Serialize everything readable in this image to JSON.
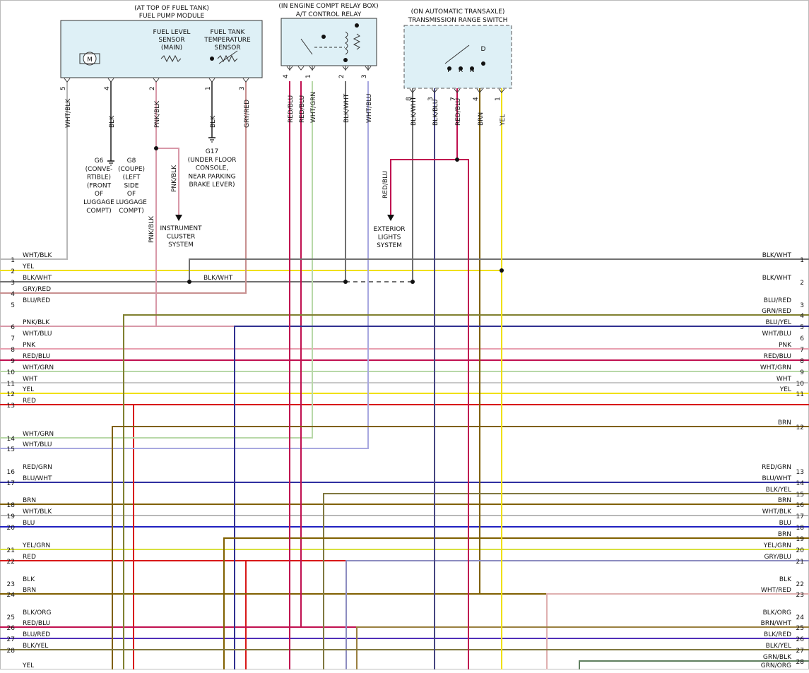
{
  "components": {
    "fuel_pump": {
      "title1": "(AT TOP OF FUEL TANK)",
      "title2": "FUEL PUMP MODULE",
      "motor": "M",
      "sensor_main": [
        "FUEL LEVEL",
        "SENSOR",
        "(MAIN)"
      ],
      "sensor_temp": [
        "FUEL TANK",
        "TEMPERATURE",
        "SENSOR"
      ]
    },
    "relay": {
      "title1": "(IN ENGINE COMPT RELAY BOX)",
      "title2": "A/T CONTROL RELAY"
    },
    "range_switch": {
      "title1": "(ON AUTOMATIC TRANSAXLE)",
      "title2": "TRANSMISSION RANGE SWITCH",
      "positions": [
        "P",
        "R",
        "N",
        "D"
      ]
    }
  },
  "pins": [
    {
      "id": "fp5",
      "pin": "5",
      "wire": "WHT/BLK"
    },
    {
      "id": "fp4",
      "pin": "4",
      "wire": "BLK"
    },
    {
      "id": "fp2",
      "pin": "2",
      "wire": "PNK/BLK"
    },
    {
      "id": "fp1",
      "pin": "1",
      "wire": "BLK"
    },
    {
      "id": "fp3",
      "pin": "3",
      "wire": "GRY/RED"
    },
    {
      "id": "r4",
      "pin": "4",
      "wire": "RED/BLU"
    },
    {
      "id": "r4b",
      "pin": "",
      "wire": "RED/BLU"
    },
    {
      "id": "r1",
      "pin": "1",
      "wire": "WHT/GRN"
    },
    {
      "id": "r2",
      "pin": "2",
      "wire": "BLK/WHT"
    },
    {
      "id": "r3",
      "pin": "3",
      "wire": "WHT/BLU"
    },
    {
      "id": "s8",
      "pin": "8",
      "wire": "BLK/WHT"
    },
    {
      "id": "s3",
      "pin": "3",
      "wire": "BLK/BLU"
    },
    {
      "id": "s7",
      "pin": "7",
      "wire": "RED/BLU"
    },
    {
      "id": "s4",
      "pin": "4",
      "wire": "BRN"
    },
    {
      "id": "s1",
      "pin": "1",
      "wire": "YEL"
    }
  ],
  "grounds": {
    "g6": [
      "G6",
      "(CONVE-",
      "RTIBLE)",
      "(FRONT",
      "OF",
      "LUGGAGE",
      "COMPT)"
    ],
    "g8": [
      "G8",
      "(COUPE)",
      "(LEFT",
      "SIDE",
      "OF",
      "LUGGAGE",
      "COMPT)"
    ],
    "g17": [
      "G17",
      "(UNDER FLOOR",
      "CONSOLE,",
      "NEAR PARKING",
      "BRAKE LEVER)"
    ]
  },
  "refs": {
    "cluster": [
      "INSTRUMENT",
      "CLUSTER",
      "SYSTEM"
    ],
    "exterior": [
      "EXTERIOR",
      "LIGHTS",
      "SYSTEM"
    ],
    "cluster_wire": "PNK/BLK",
    "exterior_wire": "RED/BLU",
    "pnk_blk_lower": "PNK/BLK",
    "blk_wht_mid": "BLK/WHT"
  },
  "left_connector": [
    {
      "n": "1",
      "wire": "WHT/BLK"
    },
    {
      "n": "2",
      "wire": "YEL"
    },
    {
      "n": "3",
      "wire": "BLK/WHT"
    },
    {
      "n": "4",
      "wire": "GRY/RED"
    },
    {
      "n": "5",
      "wire": "BLU/RED"
    },
    {
      "n": "6",
      "wire": "PNK/BLK"
    },
    {
      "n": "7",
      "wire": "WHT/BLU"
    },
    {
      "n": "8",
      "wire": "PNK"
    },
    {
      "n": "9",
      "wire": "RED/BLU"
    },
    {
      "n": "10",
      "wire": "WHT/GRN"
    },
    {
      "n": "11",
      "wire": "WHT"
    },
    {
      "n": "12",
      "wire": "YEL"
    },
    {
      "n": "13",
      "wire": "RED"
    },
    {
      "n": "14",
      "wire": "WHT/GRN"
    },
    {
      "n": "15",
      "wire": "WHT/BLU"
    },
    {
      "n": "16",
      "wire": "RED/GRN"
    },
    {
      "n": "17",
      "wire": "BLU/WHT"
    },
    {
      "n": "18",
      "wire": "BRN"
    },
    {
      "n": "19",
      "wire": "WHT/BLK"
    },
    {
      "n": "20",
      "wire": "BLU"
    },
    {
      "n": "21",
      "wire": "YEL/GRN"
    },
    {
      "n": "22",
      "wire": "RED"
    },
    {
      "n": "23",
      "wire": "BLK"
    },
    {
      "n": "24",
      "wire": "BRN"
    },
    {
      "n": "25",
      "wire": "BLK/ORG"
    },
    {
      "n": "26",
      "wire": "RED/BLU"
    },
    {
      "n": "27",
      "wire": "BLU/RED"
    },
    {
      "n": "28",
      "wire": "BLK/YEL"
    },
    {
      "n": "",
      "wire": "YEL"
    }
  ],
  "right_connector": [
    {
      "n": "1",
      "wire": "BLK/WHT"
    },
    {
      "n": "2",
      "wire": "BLK/WHT"
    },
    {
      "n": "3",
      "wire": "BLU/RED"
    },
    {
      "n": "4",
      "wire": "GRN/RED"
    },
    {
      "n": "5",
      "wire": "BLU/YEL"
    },
    {
      "n": "6",
      "wire": "WHT/BLU"
    },
    {
      "n": "7",
      "wire": "PNK"
    },
    {
      "n": "8",
      "wire": "RED/BLU"
    },
    {
      "n": "9",
      "wire": "WHT/GRN"
    },
    {
      "n": "10",
      "wire": "WHT"
    },
    {
      "n": "11",
      "wire": "YEL"
    },
    {
      "n": "12",
      "wire": "BRN"
    },
    {
      "n": "13",
      "wire": "RED/GRN"
    },
    {
      "n": "14",
      "wire": "BLU/WHT"
    },
    {
      "n": "15",
      "wire": "BLK/YEL"
    },
    {
      "n": "16",
      "wire": "BRN"
    },
    {
      "n": "17",
      "wire": "WHT/BLK"
    },
    {
      "n": "18",
      "wire": "BLU"
    },
    {
      "n": "19",
      "wire": "BRN"
    },
    {
      "n": "20",
      "wire": "YEL/GRN"
    },
    {
      "n": "21",
      "wire": "GRY/BLU"
    },
    {
      "n": "22",
      "wire": "BLK"
    },
    {
      "n": "23",
      "wire": "WHT/RED"
    },
    {
      "n": "24",
      "wire": "BLK/ORG"
    },
    {
      "n": "25",
      "wire": "BRN/WHT"
    },
    {
      "n": "26",
      "wire": "BLK/RED"
    },
    {
      "n": "27",
      "wire": "BLK/YEL"
    },
    {
      "n": "28",
      "wire": "GRN/BLK"
    },
    {
      "n": "",
      "wire": "GRN/ORG"
    }
  ],
  "colors": {
    "WHT": "#c8c8c8",
    "BLK": "#555555",
    "YEL": "#f0e000",
    "RED": "#d81818",
    "BLU": "#2020c0",
    "GRN": "#18a018",
    "BRN": "#806000",
    "PNK": "#e8a0b0",
    "GRY": "#909090",
    "ORG": "#e08000",
    "RED/BLU": "#c01050",
    "BLU/RED": "#5030b8",
    "BLK/WHT": "#707070",
    "WHT/BLK": "#b8b8b8",
    "GRY/RED": "#c89090",
    "PNK/BLK": "#d898a8",
    "WHT/GRN": "#b8d8a8",
    "WHT/BLU": "#a8a8e0",
    "BLK/BLU": "#454580",
    "RED/GRN": "#b04020",
    "BLU/WHT": "#3030a0",
    "YEL/GRN": "#d8e040",
    "BLK/ORG": "#806040",
    "BLK/YEL": "#807840",
    "GRN/RED": "#808030",
    "BLU/YEL": "#303090",
    "BLK/RED": "#7a3040",
    "GRN/BLK": "#608060",
    "GRN/ORG": "#60a040",
    "GRY/BLU": "#8c8cc0",
    "BRN/WHT": "#9a8040",
    "WHT/RED": "#e0b0b0",
    "box_fill": "#def0f6"
  }
}
